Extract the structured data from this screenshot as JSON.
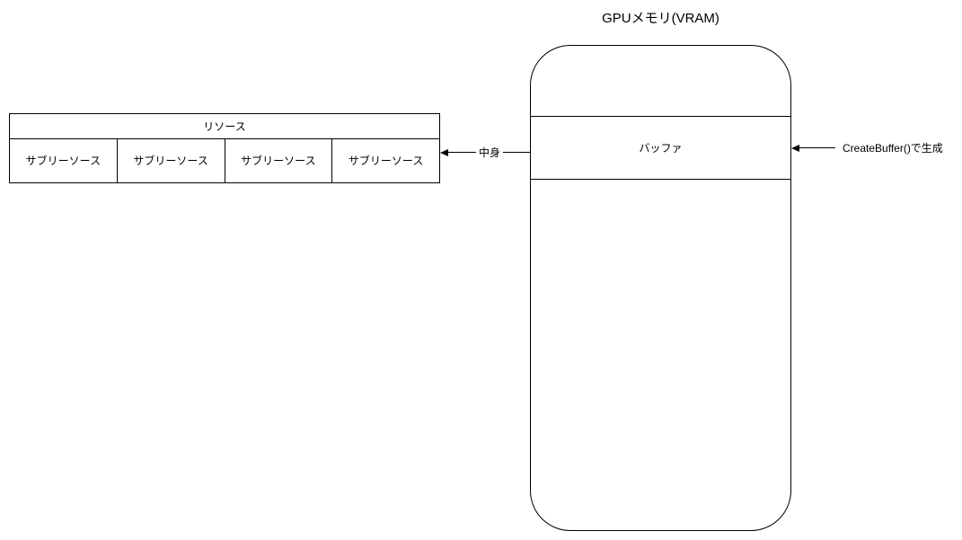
{
  "diagram": {
    "title": "GPUメモリ(VRAM)",
    "vram_box": {
      "buffer_label": "バッファ"
    },
    "resource_table": {
      "header": "リソース",
      "cells": [
        "サブリーソース",
        "サブリーソース",
        "サブリーソース",
        "サブリーソース"
      ]
    },
    "arrows": {
      "contents_label": "中身",
      "create_buffer_label": "CreateBuffer()で生成"
    },
    "colors": {
      "stroke": "#000000",
      "background": "#ffffff",
      "text": "#000000"
    }
  }
}
